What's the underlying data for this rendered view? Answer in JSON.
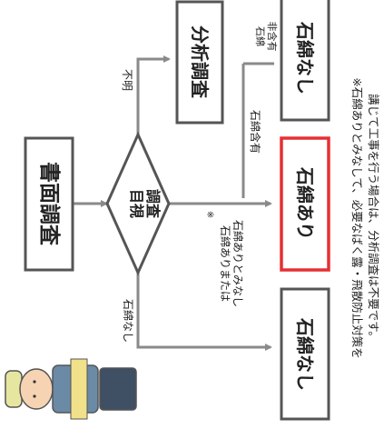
{
  "nodes": {
    "document_survey": "書面調査",
    "visual_survey": [
      "目視",
      "調査"
    ],
    "analysis_survey": "分析調査",
    "asbestos_present": "石綿あり",
    "no_asbestos_top": "石綿なし",
    "no_asbestos_bottom": "石綿なし"
  },
  "labels": {
    "unknown": "不明",
    "contains": "石綿含有",
    "not_contains": [
      "石綿",
      "非含有"
    ],
    "no_asbestos": "石綿なし",
    "asbestos_or_deemed": [
      "石綿ありまたは",
      "石綿ありとみなし"
    ],
    "asterisk": "※"
  },
  "footnote": [
    "※石綿ありとみなして、必要なばく露・飛散防止対策を",
    "講じて工事を行う場合は、分析調査は不要です。"
  ],
  "colors": {
    "border": "#555555",
    "highlight": "#e53033",
    "arrow": "#8a8a8a"
  }
}
